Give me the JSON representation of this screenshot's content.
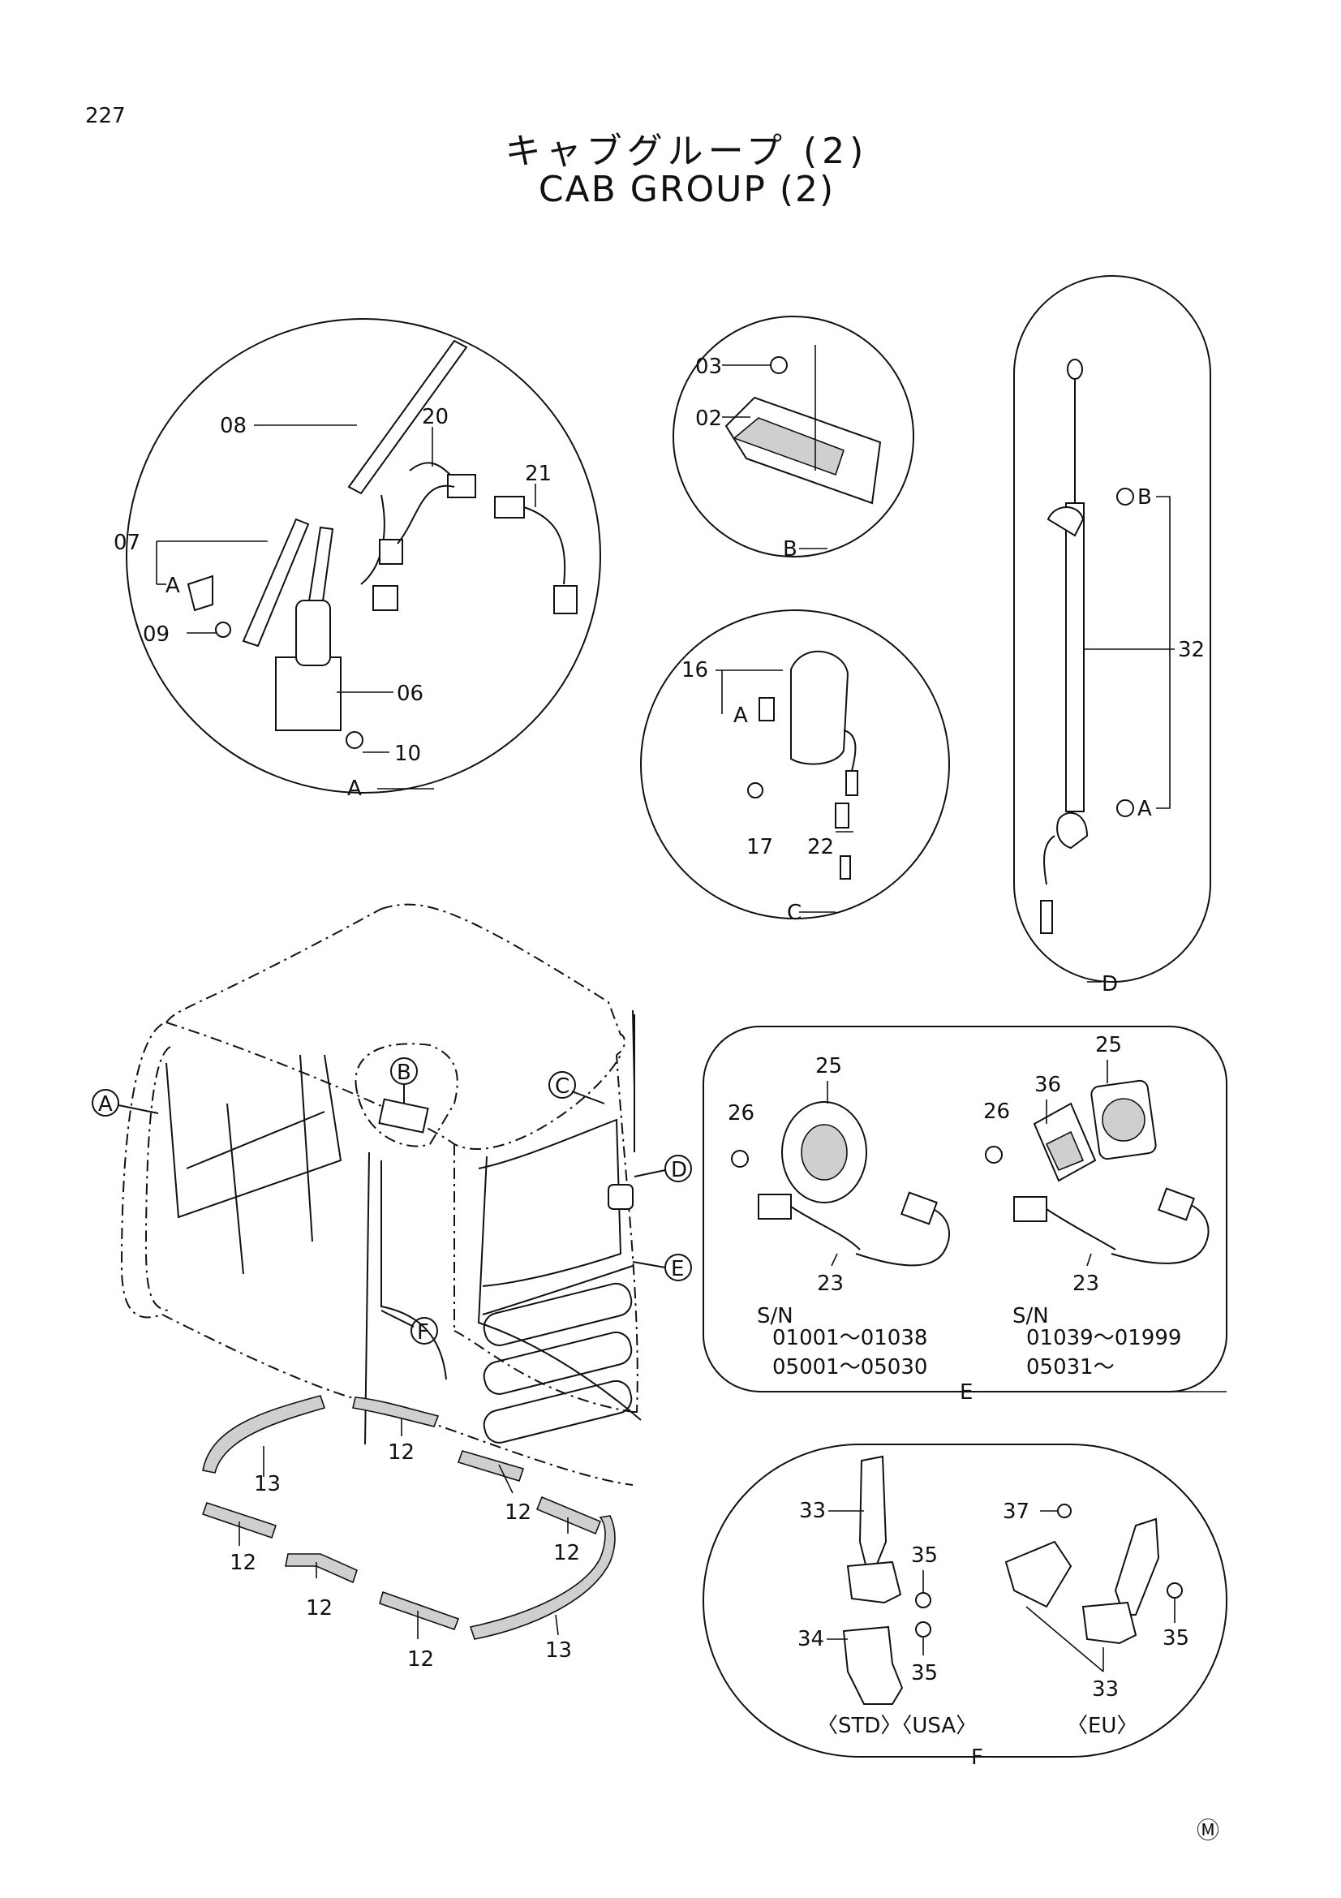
{
  "page_number": "227",
  "title_jp": "キャブグループ (2)",
  "title_en": "CAB GROUP (2)",
  "views": {
    "A": "A",
    "B": "B",
    "C": "C",
    "D": "D",
    "E": "E",
    "F": "F"
  },
  "parts": {
    "p02": "02",
    "p03": "03",
    "p06": "06",
    "p07": "07",
    "p08": "08",
    "p09": "09",
    "p10": "10",
    "p12": "12",
    "p13": "13",
    "p16": "16",
    "p17": "17",
    "p20": "20",
    "p21": "21",
    "p22": "22",
    "p23": "23",
    "p25": "25",
    "p26": "26",
    "p32": "32",
    "p33": "33",
    "p34": "34",
    "p35": "35",
    "p36": "36",
    "p37": "37"
  },
  "serials": {
    "sn_label": "S/N",
    "left_range_1": "01001～01038",
    "left_range_2": "05001～05030",
    "right_range_1": "01039～01999",
    "right_range_2": "05031～"
  },
  "variants": {
    "std_usa": "〈STD〉〈USA〉",
    "eu": "〈EU〉"
  },
  "corner_mark": "Ⓜ"
}
